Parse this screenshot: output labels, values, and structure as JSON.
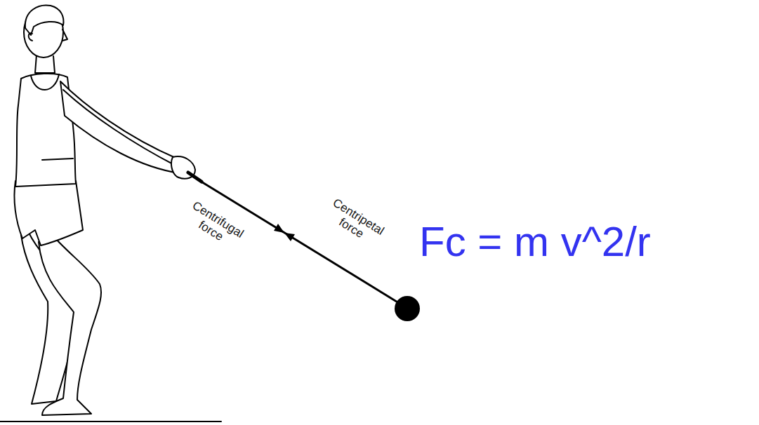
{
  "diagram": {
    "labels": [
      "Centrifugal force",
      "Centripetal force",
      "Fc = m v^2/r"
    ]
  }
}
